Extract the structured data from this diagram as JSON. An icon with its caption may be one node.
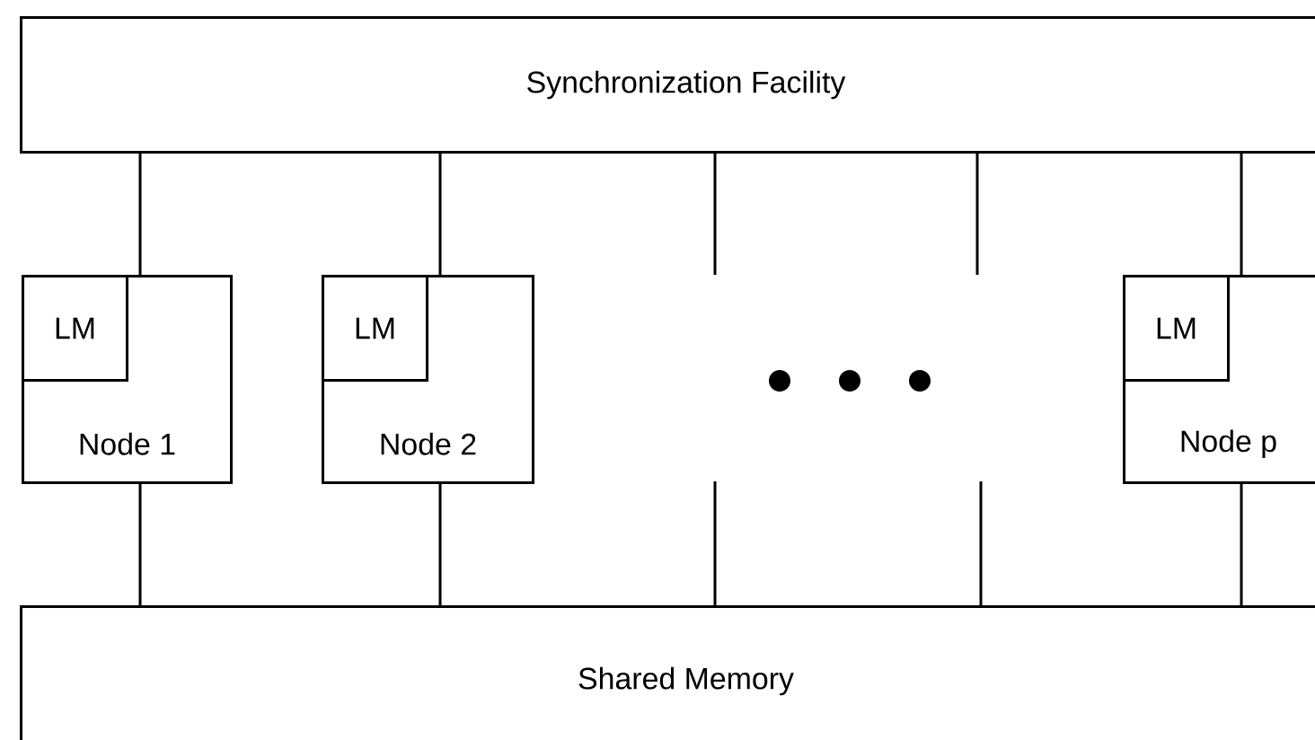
{
  "diagram": {
    "nodes": [
      {
        "text": [
          "Synchronization Facility"
        ]
      },
      {
        "text": [
          "Node 1"
        ]
      },
      {
        "text": [
          "LM"
        ],
        "in": 1
      },
      {
        "text": [
          "Node 2"
        ]
      },
      {
        "text": [
          "LM"
        ],
        "in": 3
      },
      {
        "text": [
          "Node p"
        ]
      },
      {
        "text": [
          "LM"
        ],
        "in": 5
      },
      {
        "text": [
          "Shared Memory"
        ]
      }
    ],
    "edges": [
      {
        "from": 0,
        "to": 1,
        "arrow": "none"
      },
      {
        "from": 0,
        "to": 3,
        "arrow": "none"
      },
      {
        "from": 0,
        "to": null,
        "arrow": "none"
      },
      {
        "from": 0,
        "to": null,
        "arrow": "none"
      },
      {
        "from": 0,
        "to": 5,
        "arrow": "none"
      },
      {
        "from": 1,
        "to": 7,
        "arrow": "none"
      },
      {
        "from": 3,
        "to": 7,
        "arrow": "none"
      },
      {
        "from": null,
        "to": 7,
        "arrow": "none"
      },
      {
        "from": null,
        "to": 7,
        "arrow": "none"
      },
      {
        "from": 5,
        "to": 7,
        "arrow": "none"
      }
    ]
  }
}
